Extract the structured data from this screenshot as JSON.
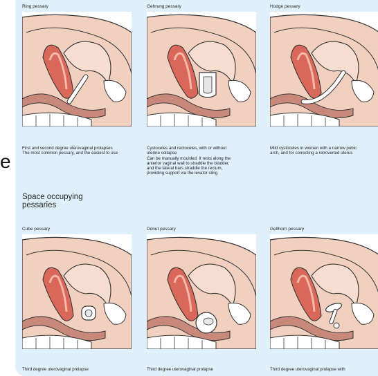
{
  "stray_char": "e",
  "section_heading": [
    "Space occupying",
    "pessaries"
  ],
  "panels": [
    {
      "title": "Ring pessary",
      "pessary": "ring",
      "caption": [
        "First and second degree uterovaginal prolapses",
        "The most common pessary, and the easiest to use"
      ]
    },
    {
      "title": "Gehrung pessary",
      "pessary": "gehrung",
      "caption": [
        "Cystoceles and rectoceles, with or without",
        "uterine collapse",
        "Can be manually moulded. It rests along the",
        "anterior vaginal wall to straddle the bladder,",
        "and the lateral bars straddle the rectum,",
        "providing support via the levator sling"
      ]
    },
    {
      "title": "Hodge pessary",
      "pessary": "hodge",
      "caption": [
        "Mild cystoceles in women with a narrow pubic",
        "arch, and for correcting a retroverted uterus"
      ]
    },
    {
      "title": "Cube pessary",
      "pessary": "cube",
      "caption": [
        "Third degree uterovaginal prolapse"
      ]
    },
    {
      "title": "Donut pessary",
      "pessary": "donut",
      "caption": [
        "Third degree uterovaginal prolapse"
      ]
    },
    {
      "title": "Gellhorn pessary",
      "pessary": "gellhorn",
      "caption": [
        "Third degree uterovaginal prolapse with"
      ]
    }
  ],
  "colors": {
    "sheet": "#dff0fb",
    "flesh": "#f2d0c0",
    "uterus": "#d9685a",
    "uterus_inner": "#f4b7a8",
    "bowel": "#c8897a",
    "bone": "#ffffff",
    "outline": "#333333",
    "pessary": "#ffffff"
  }
}
